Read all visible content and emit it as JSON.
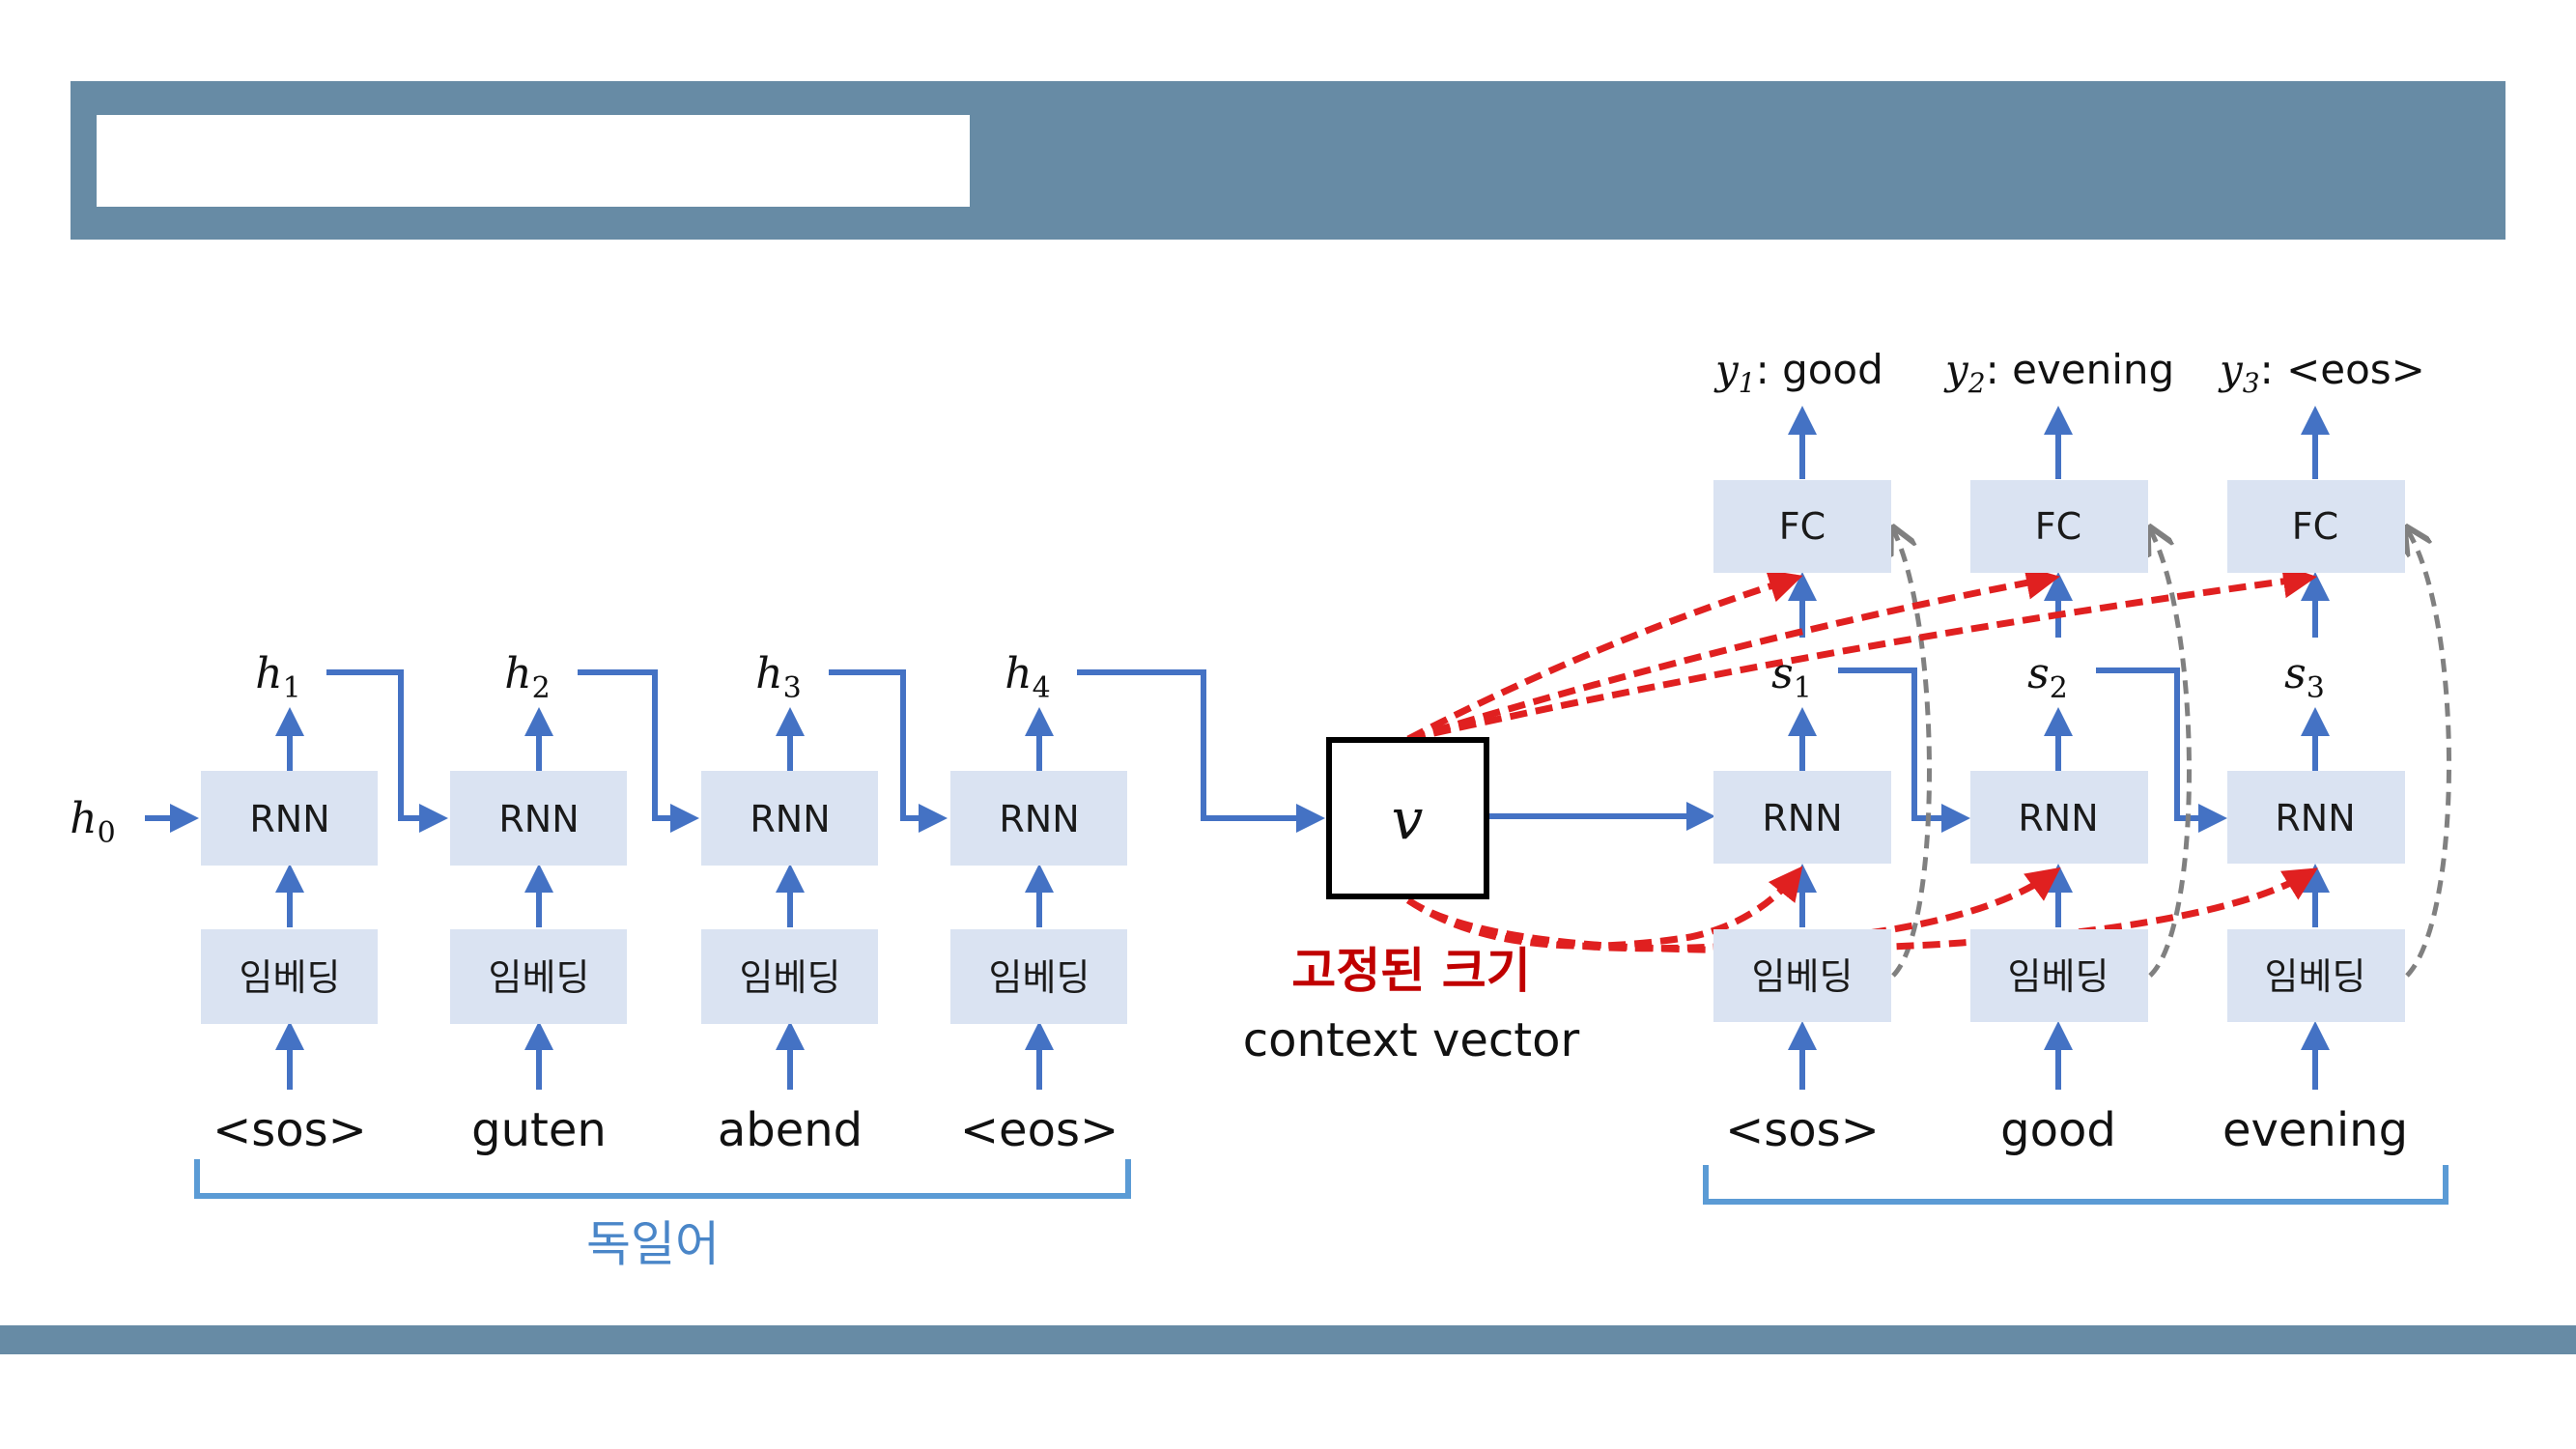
{
  "colors": {
    "header": "#678ba5",
    "block_fill": "#dae3f2",
    "arrow_blue": "#4472c4",
    "bracket_blue": "#5b9bd5",
    "attention_red": "#e02020",
    "teacher_gray": "#808080",
    "fixed_size_label": "#c00000"
  },
  "encoder": {
    "initial_state": {
      "base": "h",
      "sub": "0"
    },
    "steps": [
      {
        "rnn": "RNN",
        "embed": "임베딩",
        "input": "<sos>",
        "state": {
          "base": "h",
          "sub": "1"
        }
      },
      {
        "rnn": "RNN",
        "embed": "임베딩",
        "input": "guten",
        "state": {
          "base": "h",
          "sub": "2"
        }
      },
      {
        "rnn": "RNN",
        "embed": "임베딩",
        "input": "abend",
        "state": {
          "base": "h",
          "sub": "3"
        }
      },
      {
        "rnn": "RNN",
        "embed": "임베딩",
        "input": "<eos>",
        "state": {
          "base": "h",
          "sub": "4"
        }
      }
    ],
    "language_label": "독일어"
  },
  "context": {
    "symbol": "v",
    "fixed_size_label": "고정된 크기",
    "caption": "context vector"
  },
  "decoder": {
    "steps": [
      {
        "rnn": "RNN",
        "embed": "임베딩",
        "fc": "FC",
        "input": "<sos>",
        "state": {
          "base": "s",
          "sub": "1"
        },
        "output": {
          "base": "y",
          "sub": "1",
          "word": ": good"
        }
      },
      {
        "rnn": "RNN",
        "embed": "임베딩",
        "fc": "FC",
        "input": "good",
        "state": {
          "base": "s",
          "sub": "2"
        },
        "output": {
          "base": "y",
          "sub": "2",
          "word": ": evening"
        }
      },
      {
        "rnn": "RNN",
        "embed": "임베딩",
        "fc": "FC",
        "input": "evening",
        "state": {
          "base": "s",
          "sub": "3"
        },
        "output": {
          "base": "y",
          "sub": "3",
          "word": ": <eos>"
        }
      }
    ]
  }
}
